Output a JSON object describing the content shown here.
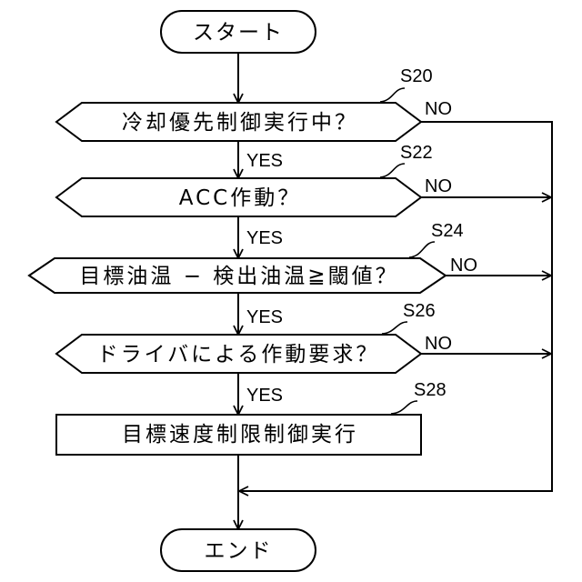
{
  "start": {
    "label": "スタート"
  },
  "decisions": [
    {
      "step": "S20",
      "text": "冷却優先制御実行中？",
      "yes": "YES",
      "no": "NO"
    },
    {
      "step": "S22",
      "text": "ACC作動？",
      "yes": "YES",
      "no": "NO"
    },
    {
      "step": "S24",
      "text": "目標油温 − 検出油温≧閾値？",
      "yes": "YES",
      "no": "NO"
    },
    {
      "step": "S26",
      "text": "ドライバによる作動要求？",
      "yes": "YES",
      "no": "NO"
    }
  ],
  "process": {
    "step": "S28",
    "text": "目標速度制限制御実行"
  },
  "end": {
    "label": "エンド"
  }
}
